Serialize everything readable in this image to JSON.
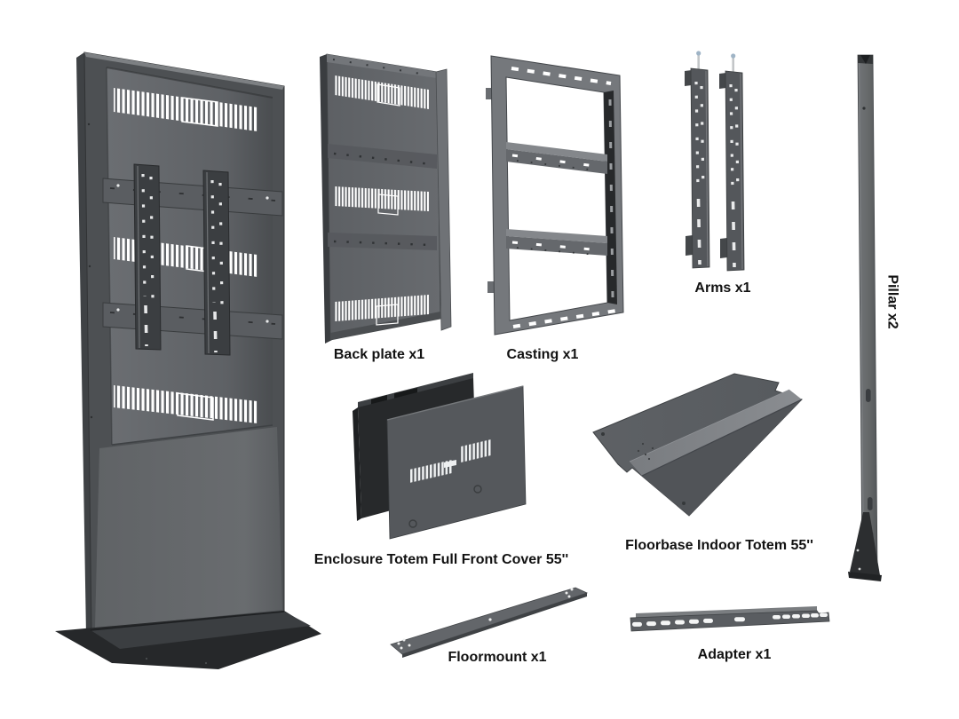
{
  "diagram": {
    "kind": "product-parts-overview",
    "background_color": "#ffffff",
    "label_text_color": "#121212",
    "palette": {
      "metal_dark": "#27292b",
      "metal_mid": "#55585b",
      "metal_light": "#75787c",
      "vent_slot": "#ffffff",
      "screw_tip_blue": "#9fb4c6"
    }
  },
  "parts": {
    "totem": {
      "name": "assembled-totem",
      "label": ""
    },
    "back_plate": {
      "label": "Back plate x1"
    },
    "casting": {
      "label": "Casting x1"
    },
    "arms": {
      "label": "Arms x1"
    },
    "pillar": {
      "label": "Pillar x2"
    },
    "enclosure_cover": {
      "label": "Enclosure Totem Full Front Cover 55''"
    },
    "floorbase": {
      "label": "Floorbase Indoor Totem 55''"
    },
    "floormount": {
      "label": "Floormount x1"
    },
    "adapter": {
      "label": "Adapter x1"
    }
  }
}
